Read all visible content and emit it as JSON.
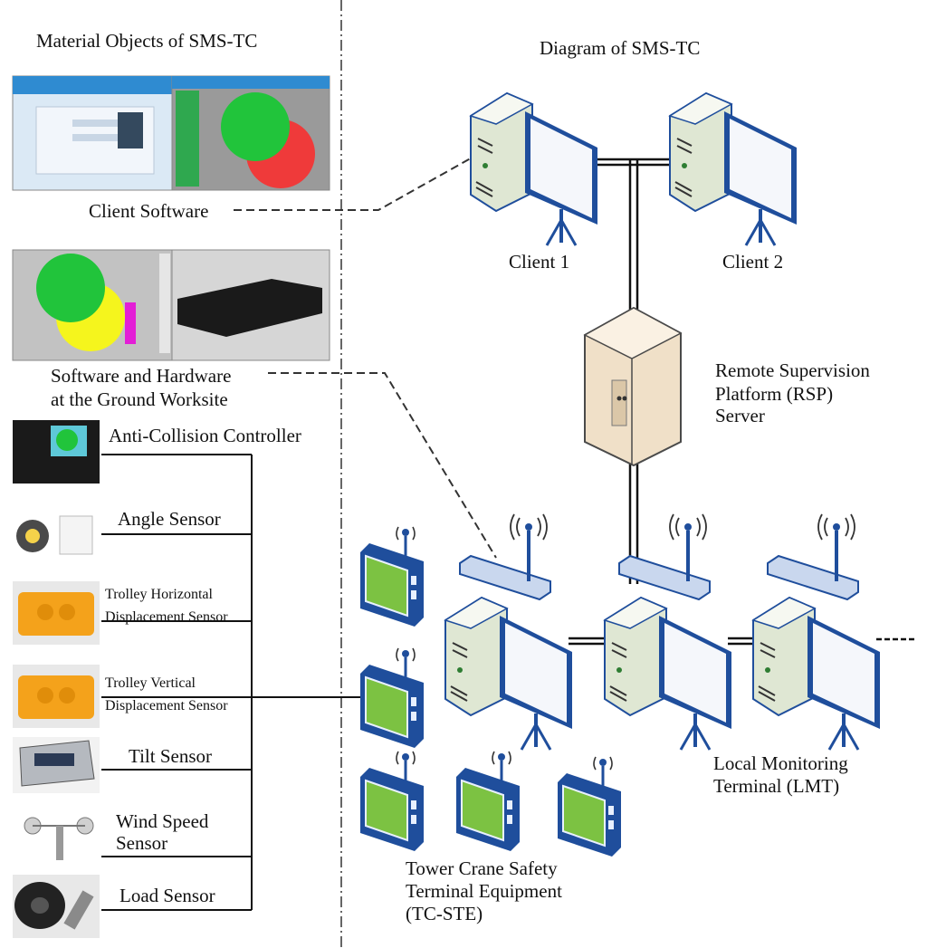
{
  "left_heading": "Material Objects of  SMS-TC",
  "right_heading": "Diagram of SMS-TC",
  "left_labels": {
    "client_software": "Client Software",
    "ground_worksite_line1": "Software and Hardware",
    "ground_worksite_line2": "at the Ground Worksite"
  },
  "sensors": {
    "anti_collision": "Anti-Collision Controller",
    "angle": "Angle Sensor",
    "trolley_horizontal_line1": "Trolley Horizontal",
    "trolley_horizontal_line2": "Displacement Sensor",
    "trolley_vertical_line1": "Trolley Vertical",
    "trolley_vertical_line2": "Displacement Sensor",
    "tilt": "Tilt Sensor",
    "wind_line1": "Wind Speed",
    "wind_line2": "Sensor",
    "load": "Load Sensor"
  },
  "diagram_labels": {
    "client1": "Client 1",
    "client2": "Client 2",
    "rsp_line1": "Remote Supervision",
    "rsp_line2": "Platform (RSP)",
    "rsp_line3": "Server",
    "lmt_line1": "Local Monitoring",
    "lmt_line2": "Terminal (LMT)",
    "tcste_line1": "Tower Crane Safety",
    "tcste_line2": "Terminal Equipment",
    "tcste_line3": "(TC-STE)"
  },
  "colors": {
    "monitor_frame": "#1f4e9c",
    "case_fill": "#eaf0e2",
    "screen_fill": "#f5f7fb",
    "device_screen": "#7cc242",
    "server_fill": "#f0e0c8",
    "sensor_orange": "#f4a21b",
    "pie_green": "#21c43b",
    "pie_red": "#ef3a3a",
    "pie_yellow": "#f5f51d",
    "line": "#111111"
  }
}
